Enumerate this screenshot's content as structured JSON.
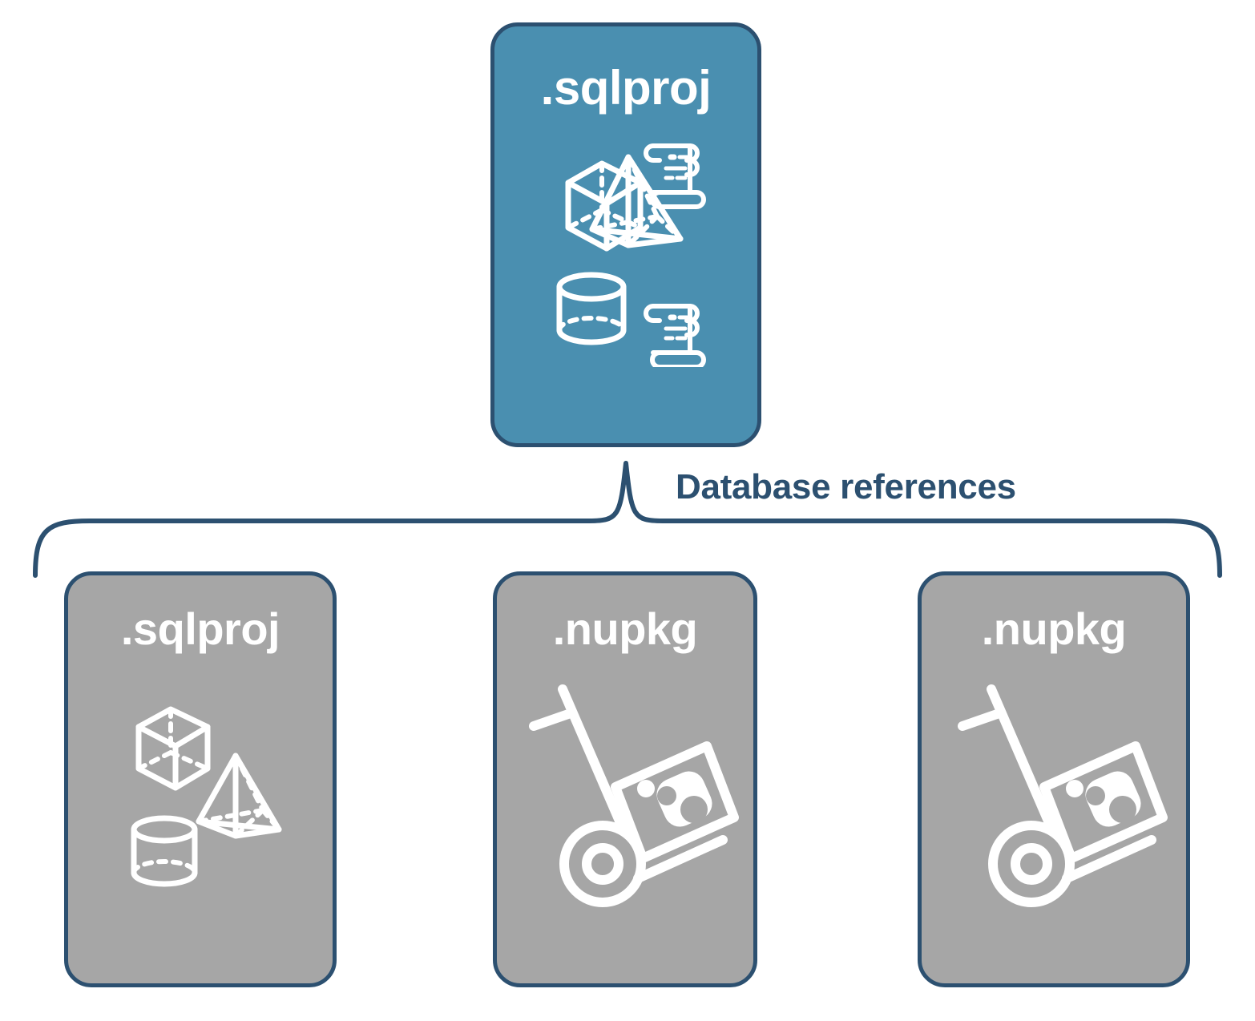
{
  "diagram": {
    "title": "Database references",
    "type": "hierarchy-brace",
    "colors": {
      "teal_fill": "#4A8FB0",
      "gray_fill": "#A6A6A6",
      "border": "#2C5070",
      "icon": "#FFFFFF",
      "background": "#FFFFFF"
    },
    "connector": {
      "label": "Database references",
      "style": "curly-brace",
      "orientation": "top-peak"
    },
    "root": {
      "label": ".sqlproj",
      "fill": "teal",
      "icons": [
        "cube-wireframe-icon",
        "scroll-script-icon",
        "pyramid-wireframe-icon",
        "cylinder-wireframe-icon",
        "scroll-script-icon"
      ]
    },
    "children": [
      {
        "label": ".sqlproj",
        "fill": "gray",
        "icons": [
          "cube-wireframe-icon",
          "pyramid-wireframe-icon",
          "cylinder-wireframe-icon"
        ]
      },
      {
        "label": ".nupkg",
        "fill": "gray",
        "icons": [
          "hand-truck-package-icon"
        ]
      },
      {
        "label": ".nupkg",
        "fill": "gray",
        "icons": [
          "hand-truck-package-icon"
        ]
      }
    ]
  }
}
